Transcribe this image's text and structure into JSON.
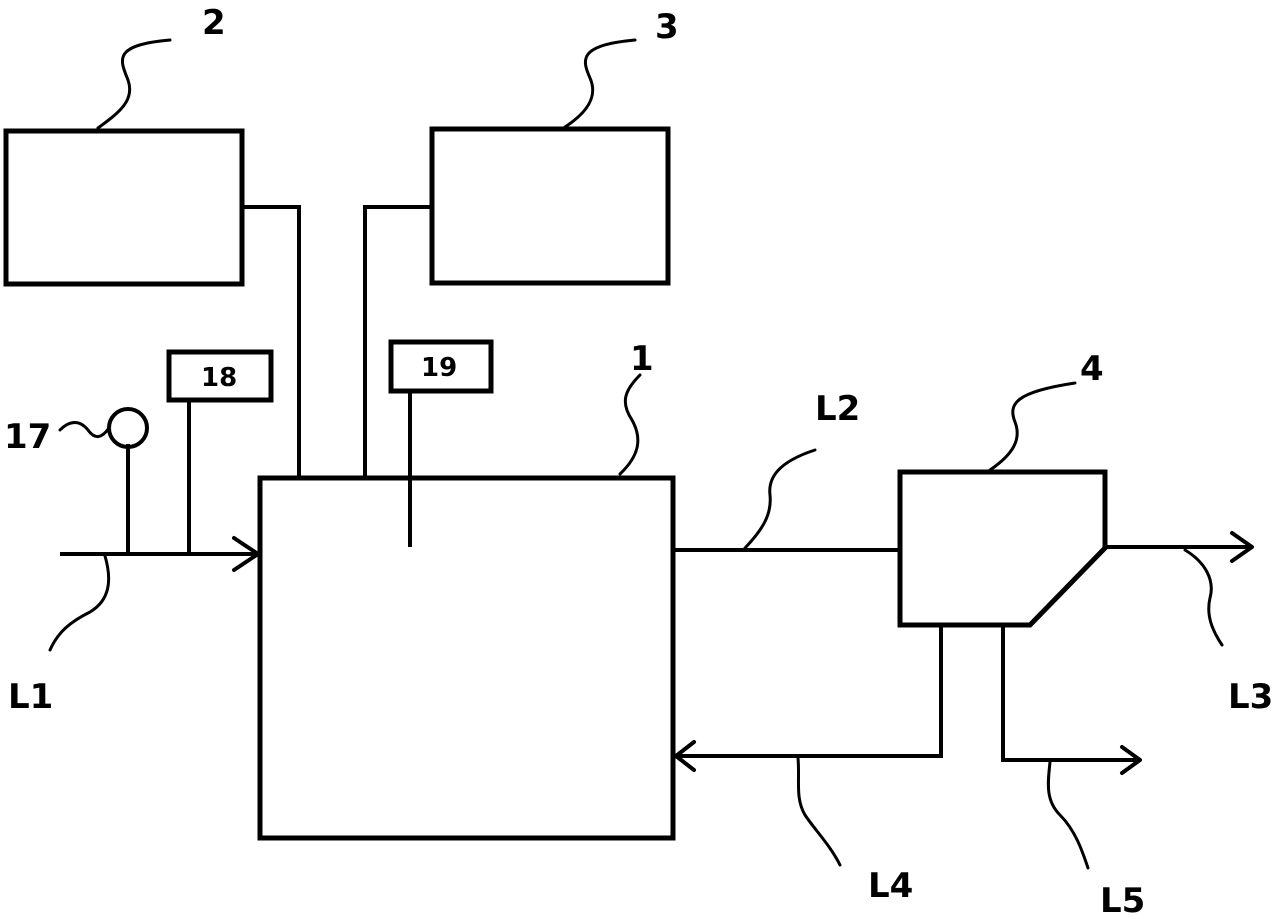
{
  "labels": {
    "unit_1": "1",
    "unit_2": "2",
    "unit_3": "3",
    "unit_4": "4",
    "sensor_17": "17",
    "meter_18": "18",
    "meter_19": "19",
    "line_L1": "L1",
    "line_L2": "L2",
    "line_L3": "L3",
    "line_L4": "L4",
    "line_L5": "L5"
  }
}
